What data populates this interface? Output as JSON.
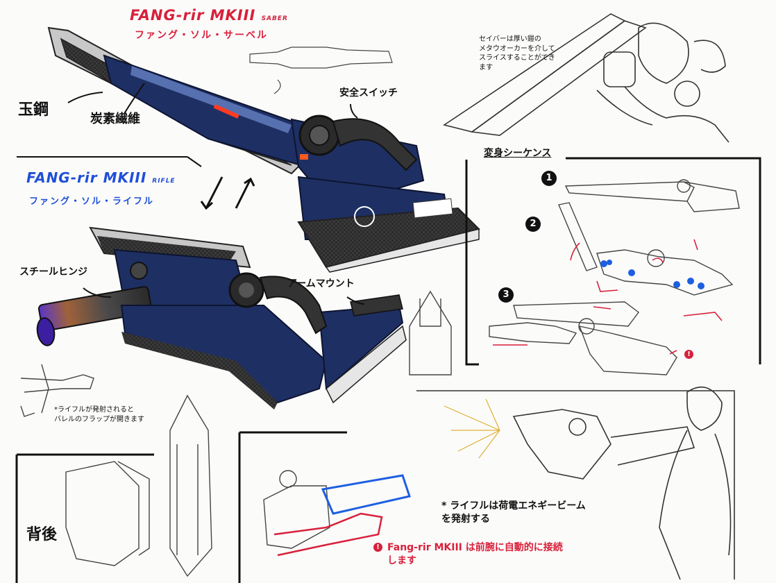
{
  "saber": {
    "title": "FANG-rir MKIII",
    "title_tag": "SABER",
    "subtitle": "ファング・ソル・サーベル"
  },
  "rifle": {
    "title": "FANG-rir MKIII",
    "title_tag": "RIFLE",
    "subtitle": "ファング・ソル・ライフル"
  },
  "labels": {
    "tamahagane": "玉鋼",
    "carbon_fiber": "炭素繊維",
    "safety_switch": "安全スイッチ",
    "steel_hinge": "スチールヒンジ",
    "arm_mount": "アームマウント",
    "back": "背後"
  },
  "notes": {
    "saber_note": "セイバーは厚い鎧の\nメタウオーカーを介して\nスライスすることができ\nます",
    "rifle_flap": "*ライフルが発射されると\nバレルのフラップが開きます",
    "rifle_beam": "* ライフルは荷電エネギービーム\nを発射する",
    "auto_connect": "Fang-rir MKIII は前腕に自動的に接続\nします"
  },
  "transform": {
    "title": "変身シーケンス",
    "steps": [
      "1",
      "2",
      "3"
    ],
    "warning": "!"
  },
  "colors": {
    "accent_red": "#d8203a",
    "accent_blue": "#1f4fd8",
    "armor_navy": "#1e2f63",
    "carbon": "#2b2b2b",
    "sketch_blue": "#1d5fe0",
    "energy": "#30d0e0"
  }
}
